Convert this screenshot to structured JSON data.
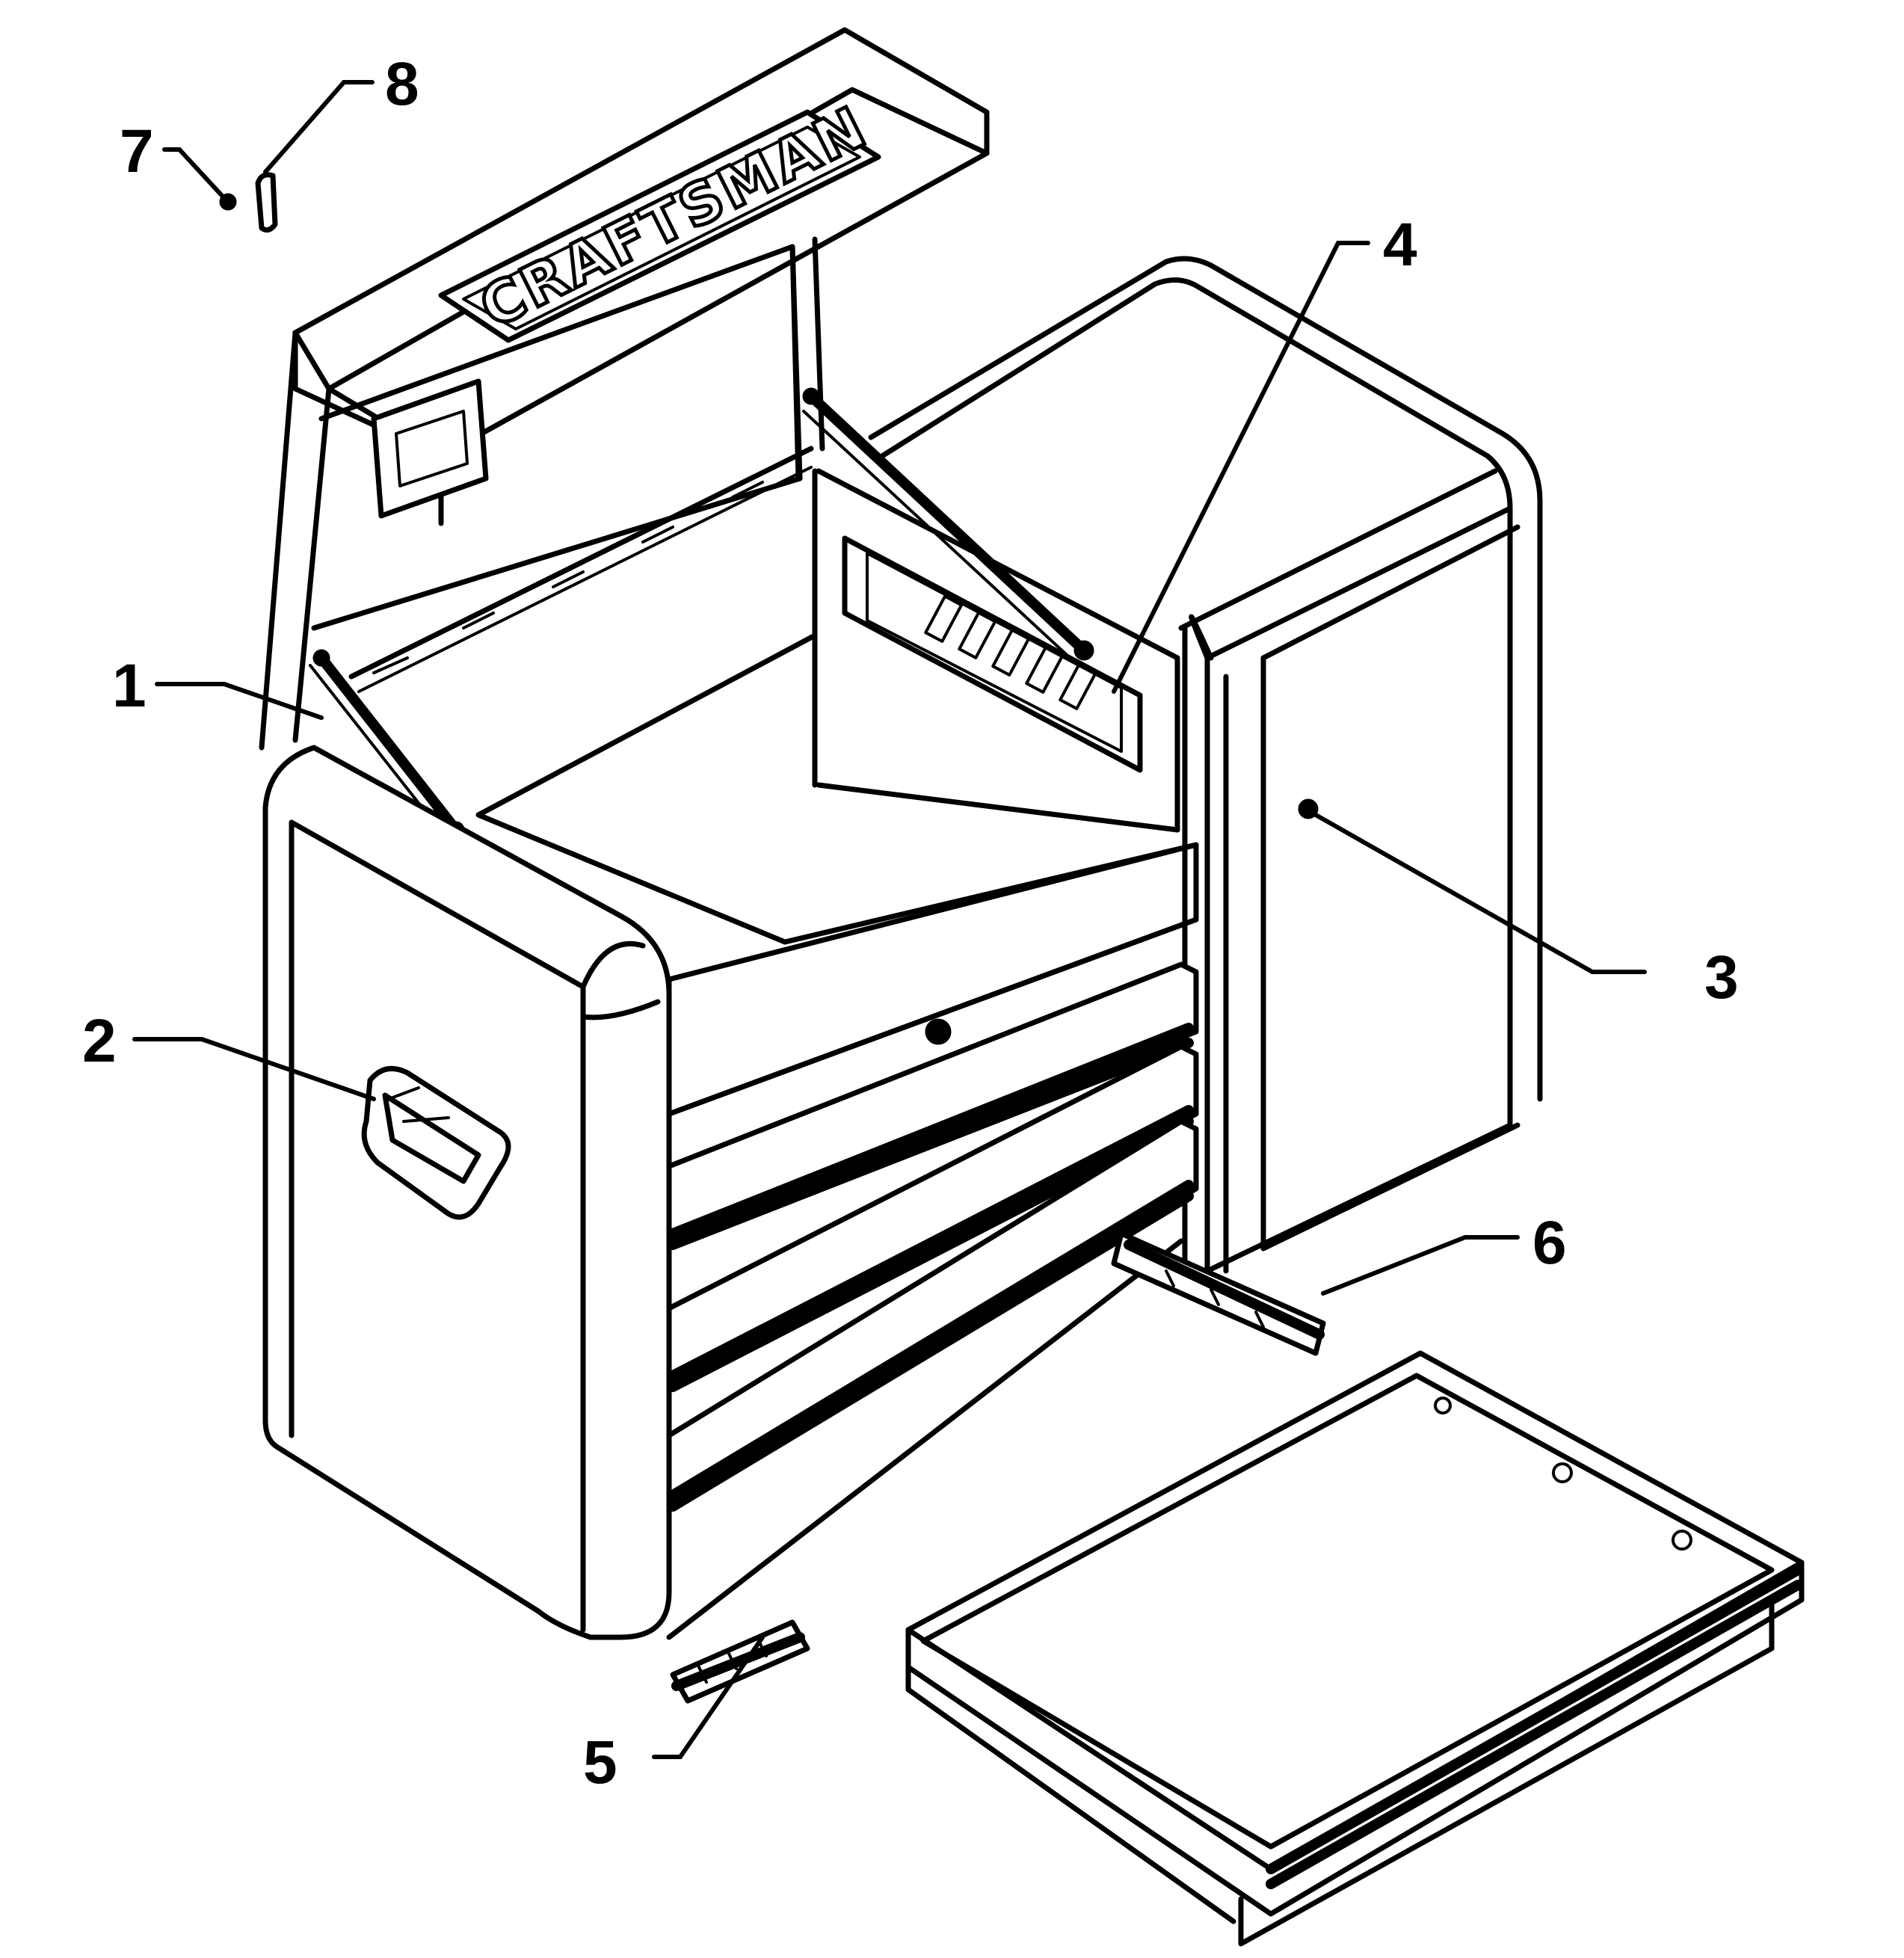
{
  "diagram": {
    "brand_logo_text": "CRAFTSMAN",
    "callouts": [
      {
        "id": "1",
        "label": "1"
      },
      {
        "id": "2",
        "label": "2"
      },
      {
        "id": "3",
        "label": "3"
      },
      {
        "id": "4",
        "label": "4"
      },
      {
        "id": "5",
        "label": "5"
      },
      {
        "id": "6",
        "label": "6"
      },
      {
        "id": "7",
        "label": "7"
      },
      {
        "id": "8",
        "label": "8"
      }
    ]
  }
}
